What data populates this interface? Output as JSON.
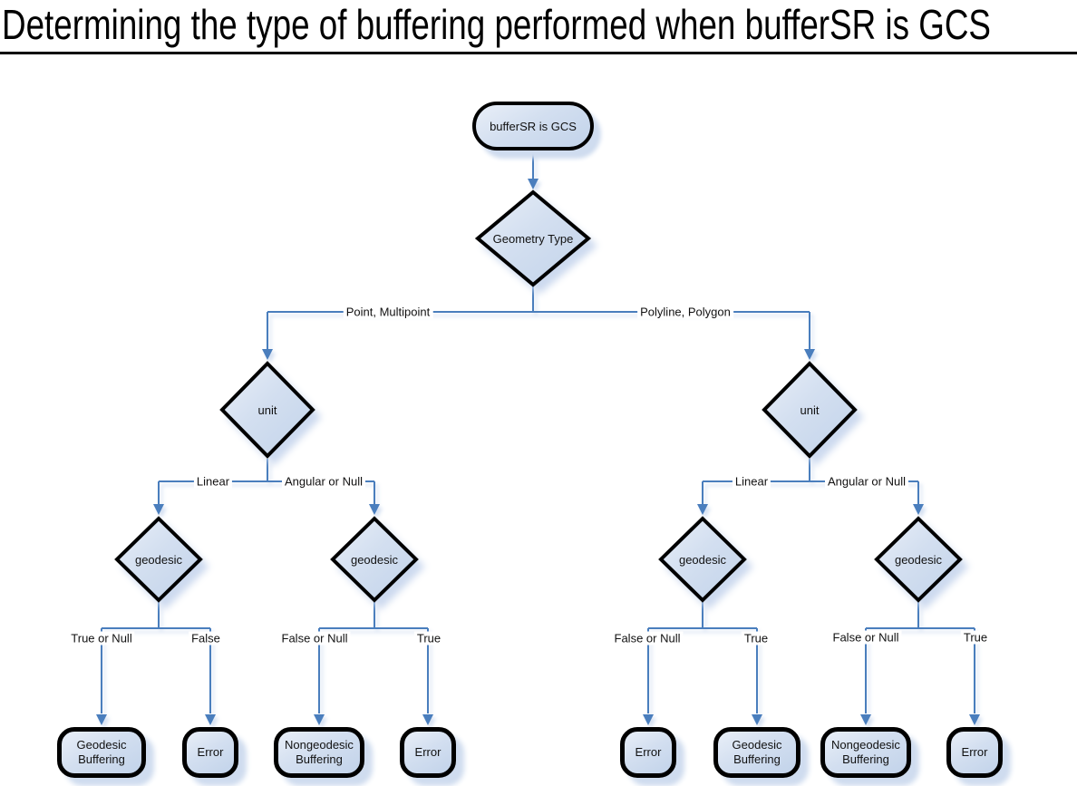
{
  "title": "Determining the type of buffering performed when bufferSR is GCS",
  "nodes": {
    "start": "bufferSR is GCS",
    "geometry_type": "Geometry Type",
    "unit_left": "unit",
    "unit_right": "unit",
    "geodesic_left_linear": "geodesic",
    "geodesic_left_angular": "geodesic",
    "geodesic_right_linear": "geodesic",
    "geodesic_right_angular": "geodesic"
  },
  "branches": {
    "geometry": {
      "left": "Point, Multipoint",
      "right": "Polyline, Polygon"
    },
    "unit_left": {
      "left": "Linear",
      "right": "Angular or Null"
    },
    "unit_right": {
      "left": "Linear",
      "right": "Angular or Null"
    },
    "geodesic_left_linear": {
      "left": "True or Null",
      "right": "False"
    },
    "geodesic_left_angular": {
      "left": "False or Null",
      "right": "True"
    },
    "geodesic_right_linear": {
      "left": "False or Null",
      "right": "True"
    },
    "geodesic_right_angular": {
      "left": "False or Null",
      "right": "True"
    }
  },
  "terminals": [
    "Geodesic Buffering",
    "Error",
    "Nongeodesic Buffering",
    "Error",
    "Error",
    "Geodesic Buffering",
    "Nongeodesic Buffering",
    "Error"
  ],
  "colors": {
    "connector": "#4a7ebd",
    "node_border": "#000000",
    "node_fill_light": "#e9eff8",
    "node_fill_dark": "#c2d3ea",
    "shadow": "#ccd9ee",
    "text": "#111111"
  }
}
